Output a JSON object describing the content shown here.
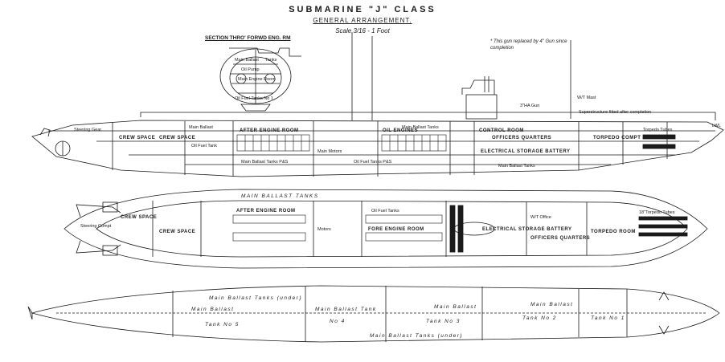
{
  "header": {
    "title": "SUBMARINE \"J\" CLASS",
    "subtitle": "GENERAL ARRANGEMENT.",
    "scale": "Scale 3/16 - 1 Foot",
    "note": "* This gun replaced by 4\" Gun since completion",
    "section_label": "SECTION THRO' FORWD ENG. RM"
  },
  "section_view": {
    "labels": [
      "Main Ballast",
      "Tanks",
      "Oil Pump",
      "Main Engine Room",
      "Oil Fuel Tanks No 1"
    ]
  },
  "profile_view": {
    "labels": {
      "wt_mast": "W/T Mast",
      "superstructure": "Superstructure fitted after completion",
      "gun": "3\"HA Gun",
      "main_ballast_top": "Main Ballast",
      "main_ballast_tanks_top": "Main Ballast Tanks",
      "crew_space_aft": "CREW SPACE",
      "crew_space": "CREW SPACE",
      "after_engine_room": "AFTER ENGINE ROOM",
      "oil_engines": "OIL ENGINES",
      "control_room": "CONTROL ROOM",
      "officers_quarters": "OFFICERS QUARTERS",
      "torpedo_compt": "TORPEDO COMPT",
      "torpedo_tubes": "Torpedo Tubes",
      "motors": "Main Motors",
      "oil_fuel_tanks": "Oil Fuel Tanks P&S",
      "electrical_storage_battery": "ELECTRICAL STORAGE BATTERY",
      "main_ballast_tanks_bottom": "Main Ballast Tanks P&S",
      "main_ballast_tanks_fwd": "Main Ballast Tanks",
      "steering_gear": "Steering Gear",
      "oil_fuel_tank": "Oil Fuel Tank",
      "lwl": "LWL"
    }
  },
  "plan_view": {
    "labels": {
      "main_ballast_tanks": "MAIN BALLAST TANKS",
      "crew_space": "CREW SPACE",
      "crew_space_2": "CREW SPACE",
      "after_engine_room": "AFTER ENGINE ROOM",
      "oil_fuel_tanks": "Oil Fuel Tanks",
      "fore_engine_room": "FORE ENGINE ROOM",
      "electrical_storage_battery": "ELECTRICAL STORAGE BATTERY",
      "wt_office": "W/T Office",
      "officers_quarters": "OFFICERS QUARTERS",
      "torpedo_room": "TORPEDO ROOM",
      "torpedo_tubes": "18\"Torpedo Tubes",
      "motors": "Motors",
      "steering": "Steering Compt"
    }
  },
  "lower_view": {
    "labels": {
      "main_ballast_tanks_under": "Main Ballast Tanks (under)",
      "main_ballast_1": "Main Ballast",
      "main_ballast_tank_center": "Main Ballast Tank",
      "main_ballast_fwd": "Main Ballast",
      "main_ballast_fwd2": "Main Ballast",
      "tank_5": "Tank No 5",
      "tank_4": "No 4",
      "tank_3": "Tank No 3",
      "tank_2": "Tank No 2",
      "tank_1": "Tank No 1",
      "main_ballast_tanks_bottom": "Main Ballast Tanks (under)"
    }
  }
}
